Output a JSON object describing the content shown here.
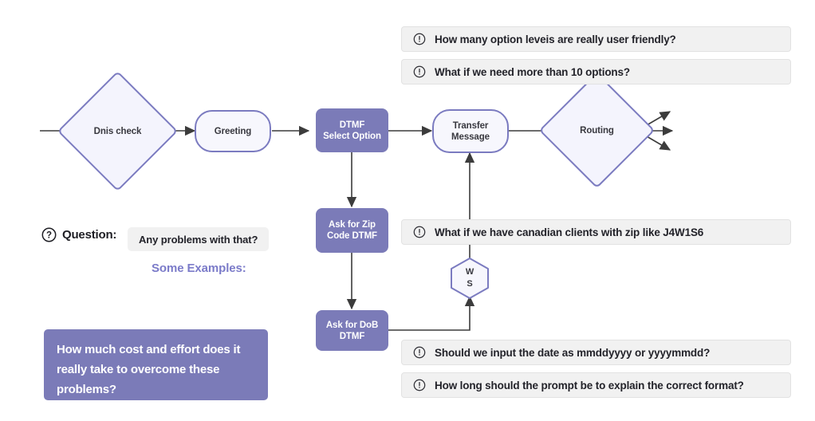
{
  "colors": {
    "purple_fill": "#7b7bb8",
    "purple_border": "#7b7bc0",
    "light_node_fill": "#f7f7fd",
    "callout_bg": "#f1f1f1",
    "accent_text": "#7b7bc9",
    "arrow": "#3c3c3c"
  },
  "flow": {
    "nodes": [
      {
        "id": "dnis-check",
        "label": "Dnis check",
        "shape": "diamond"
      },
      {
        "id": "greeting",
        "label": "Greeting",
        "shape": "rounded-rect"
      },
      {
        "id": "dtmf-select-option",
        "label": "DTMF\nSelect Option",
        "shape": "filled-rect"
      },
      {
        "id": "transfer-message",
        "label": "Transfer\nMessage",
        "shape": "rounded-rect"
      },
      {
        "id": "routing",
        "label": "Routing",
        "shape": "diamond"
      },
      {
        "id": "ask-zip-code",
        "label": "Ask for Zip\nCode DTMF",
        "shape": "filled-rect"
      },
      {
        "id": "ask-dob",
        "label": "Ask for DoB\nDTMF",
        "shape": "filled-rect"
      },
      {
        "id": "ws",
        "label": "W\nS",
        "shape": "hexagon"
      }
    ]
  },
  "callouts": {
    "icon": "exclamation-circle-icon",
    "items": [
      {
        "id": "callout-option-levels",
        "text": "How many option leveis are really user friendly?"
      },
      {
        "id": "callout-more-options",
        "text": "What if we need more than 10 options?"
      },
      {
        "id": "callout-canadian-zip",
        "text": "What if we have canadian clients with zip like J4W1S6"
      },
      {
        "id": "callout-date-format",
        "text": "Should we input the date as mmddyyyy or yyyymmdd?"
      },
      {
        "id": "callout-prompt-length",
        "text": "How long should the prompt be to explain the correct format?"
      }
    ]
  },
  "question": {
    "icon": "question-circle-icon",
    "label": "Question:",
    "pill_text": "Any problems with that?",
    "examples_label": "Some Examples:"
  },
  "cost_box": {
    "text": "How much cost and effort does it really take to overcome these problems?"
  }
}
